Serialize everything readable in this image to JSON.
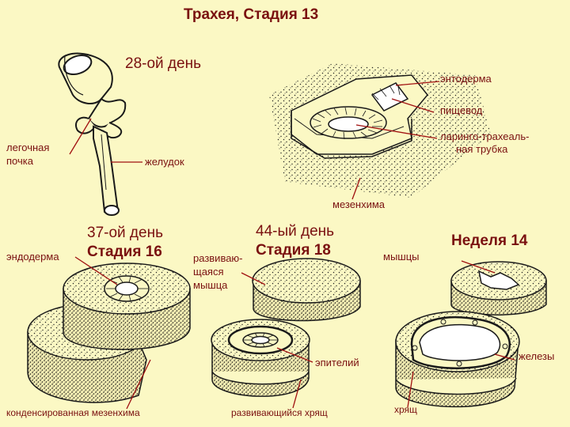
{
  "title": "Трахея, Стадия 13",
  "labels": {
    "day28": "28-ой день",
    "endoderm_top": "энтодерма",
    "esophagus": "пищевод",
    "laryngotracheal_1": "ларинго-трахеаль-",
    "laryngotracheal_2": "ная трубка",
    "lung_bud_1": "легочная",
    "lung_bud_2": "почка",
    "stomach": "желудок",
    "mesenchyme": "мезенхима",
    "day37": "37-ой день",
    "stage16": "Стадия 16",
    "endoderm_left": "эндодерма",
    "day44": "44-ый день",
    "stage18": "Стадия 18",
    "developing_muscle_1": "развиваю-",
    "developing_muscle_2": "щаяся",
    "developing_muscle_3": "мышца",
    "muscles": "мышцы",
    "week14": "Неделя 14",
    "epithelium": "эпителий",
    "glands": "железы",
    "condensed_mesenchyme": "конденсированная мезенхима",
    "developing_cartilage": "развивающийся хрящ",
    "cartilage": "хрящ"
  },
  "colors": {
    "background": "#fbf8c4",
    "text": "#7a1010",
    "ink": "#1a1a1a",
    "fill": "#fbf8c4"
  }
}
